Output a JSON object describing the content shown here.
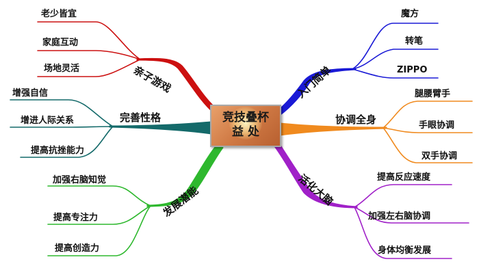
{
  "center": {
    "line1": "竞技叠杯",
    "line2": "益  处"
  },
  "colors": {
    "red": "#cc1010",
    "blue": "#1a1ad6",
    "teal": "#146a6a",
    "orange": "#f08a1e",
    "green": "#2eb82e",
    "purple": "#a020c8"
  },
  "branches": {
    "parent_child": {
      "label": "亲子游戏",
      "leaves": [
        "老少皆宜",
        "家庭互动",
        "场地灵活"
      ]
    },
    "easy_start": {
      "label": "入门简单",
      "leaves": [
        "魔方",
        "转笔",
        "ZIPPO"
      ]
    },
    "personality": {
      "label": "完善性格",
      "leaves": [
        "增强自信",
        "增进人际关系",
        "提高抗挫能力"
      ]
    },
    "coordination": {
      "label": "协调全身",
      "leaves": [
        "腿腰臂手",
        "手眼协调",
        "双手协调"
      ]
    },
    "potential": {
      "label": "发展潜能",
      "leaves": [
        "加强右脑知觉",
        "提高专注力",
        "提高创造力"
      ]
    },
    "brain": {
      "label": "活化大脑",
      "leaves": [
        "提高反应速度",
        "加强左右脑协调",
        "身体均衡发展"
      ]
    }
  }
}
